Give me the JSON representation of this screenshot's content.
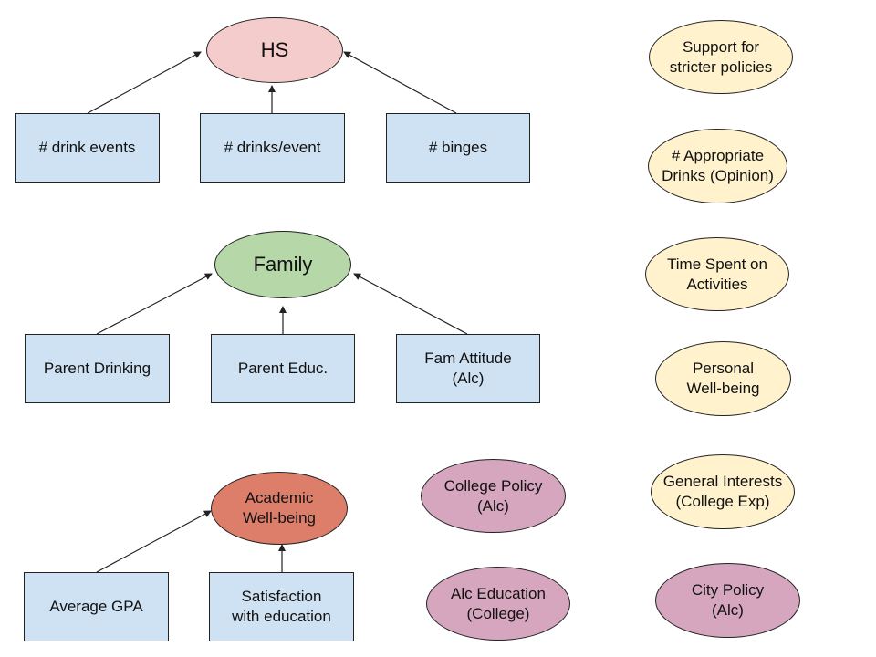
{
  "colors": {
    "box_fill": "#cfe2f3",
    "hs_fill": "#f4cccc",
    "family_fill": "#b6d7a8",
    "academic_fill": "#dd7e6b",
    "policy_fill": "#d5a6bd",
    "outcome_fill": "#fff2cc",
    "stroke": "#222222"
  },
  "groups": {
    "hs": {
      "latent": "HS",
      "indicators": [
        "# drink events",
        "# drinks/event",
        "# binges"
      ]
    },
    "family": {
      "latent": "Family",
      "indicators": [
        "Parent Drinking",
        "Parent Educ.",
        "Fam Attitude\n(Alc)"
      ]
    },
    "academic": {
      "latent": "Academic\nWell-being",
      "indicators": [
        "Average GPA",
        "Satisfaction\nwith education"
      ]
    }
  },
  "policy_nodes": [
    "College Policy\n(Alc)",
    "Alc Education\n(College)",
    "City Policy\n(Alc)"
  ],
  "outcome_nodes": [
    "Support for\nstricter policies",
    "# Appropriate\nDrinks (Opinion)",
    "Time Spent on\nActivities",
    "Personal\nWell-being",
    "General Interests\n(College Exp)"
  ]
}
